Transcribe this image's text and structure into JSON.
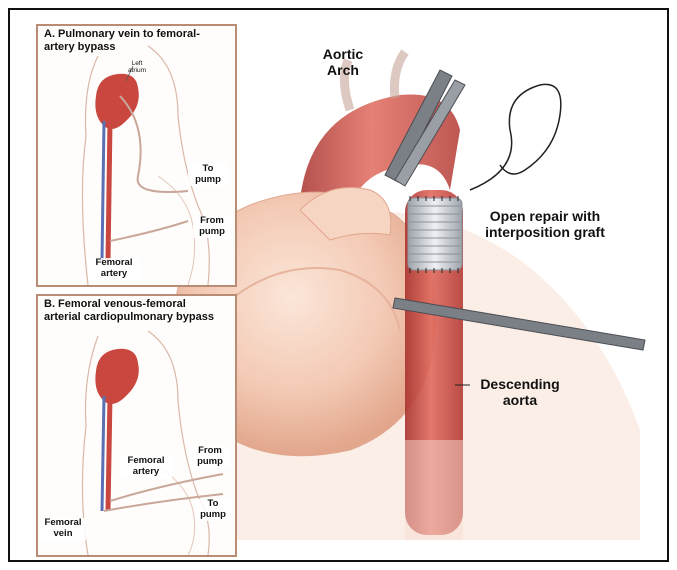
{
  "main": {
    "aortic_arch": [
      "Aortic",
      "Arch"
    ],
    "open_repair": [
      "Open repair with",
      "interposition graft"
    ],
    "descending_aorta": [
      "Descending",
      "aorta"
    ]
  },
  "panel_a": {
    "title": [
      "A. Pulmonary vein to femoral-",
      "artery bypass"
    ],
    "left_atrium": [
      "Left",
      "atrium"
    ],
    "to_pump": [
      "To",
      "pump"
    ],
    "from_pump": [
      "From",
      "pump"
    ],
    "femoral_artery": [
      "Femoral",
      "artery"
    ]
  },
  "panel_b": {
    "title": [
      "B. Femoral venous-femoral",
      "arterial cardiopulmonary bypass"
    ],
    "from_pump": [
      "From",
      "pump"
    ],
    "femoral_artery": [
      "Femoral",
      "artery"
    ],
    "to_pump": [
      "To",
      "pump"
    ],
    "femoral_vein": [
      "Femoral",
      "vein"
    ]
  },
  "colors": {
    "frame_border": "#111111",
    "panel_border": "#b98c76",
    "heart": "#f3c9b4",
    "aorta_red": "#c9473f",
    "vein_blue": "#5b6fb5",
    "graft_gray": "#c9ccd1"
  }
}
